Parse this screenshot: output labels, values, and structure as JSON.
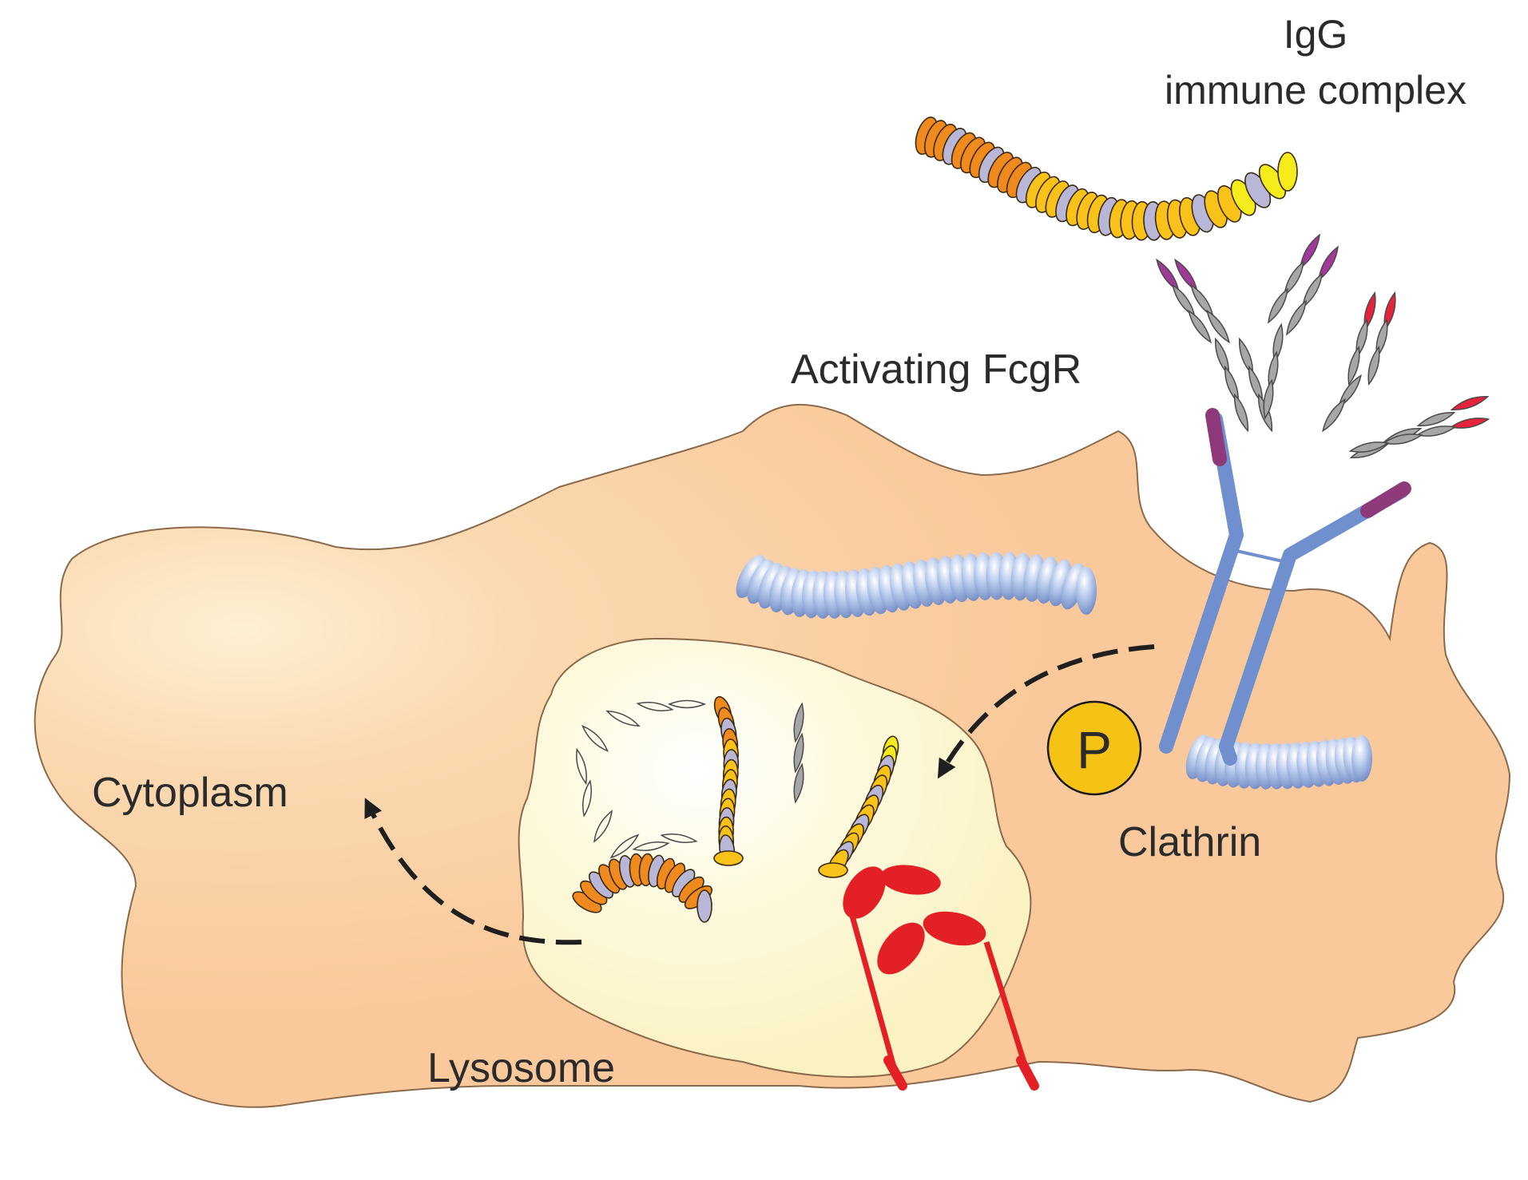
{
  "labels": {
    "igg_line1": "IgG",
    "igg_line2": "immune complex",
    "activating_fcgr": "Activating FcgR",
    "clathrin": "Clathrin",
    "cytoplasm": "Cytoplasm",
    "lysosome": "Lysosome",
    "phospho": "P"
  },
  "colors": {
    "cell_fill": "#f9c99b",
    "cell_edge": "#8a6a4a",
    "lysosome_fill": "#fdf8d2",
    "orange_bead": "#f08a1e",
    "yellow_bead": "#f9c21a",
    "lavender_bead": "#b9b7d8",
    "clathrin_blue": "#9db3e0",
    "receptor_blue": "#6f8fcf",
    "receptor_tip": "#8e3a7a",
    "antigen_gray": "#a6a6a6",
    "purple_tip": "#a1399a",
    "red_tip": "#e6223c",
    "lamp_red": "#e32026",
    "arrow": "#1f1f1f",
    "phospho_fill": "#f6c215"
  },
  "icons": [
    "phosphate-badge-icon",
    "dashed-arrow-icon",
    "antibody-icon",
    "fc-receptor-icon",
    "clathrin-chain-icon"
  ]
}
